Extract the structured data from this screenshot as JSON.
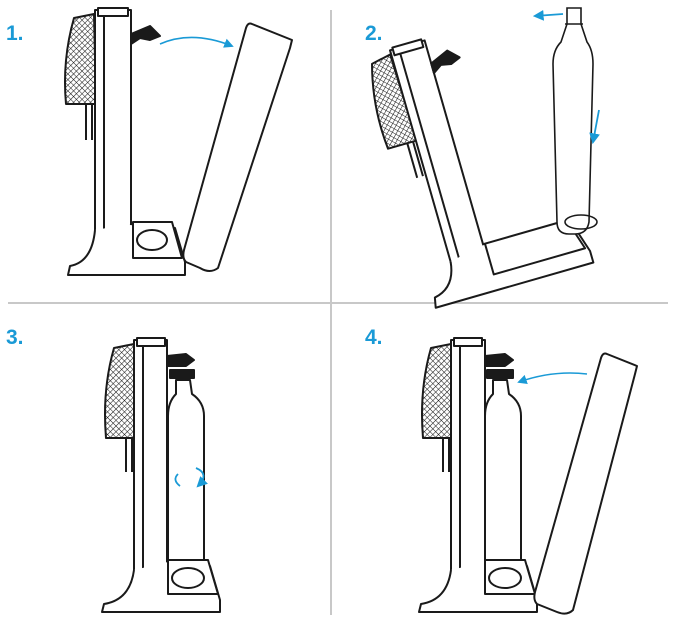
{
  "colors": {
    "accent": "#1a9ad6",
    "line": "#1a1a1a",
    "divider": "#c8c8c8",
    "mesh_fill": "#555555",
    "background": "#ffffff"
  },
  "steps": [
    {
      "number": "1.",
      "icons": [
        "soda-maker-icon",
        "curved-arrow-icon"
      ]
    },
    {
      "number": "2.",
      "icons": [
        "soda-maker-icon",
        "bottle-icon",
        "arrow-left-icon",
        "arrow-down-icon"
      ]
    },
    {
      "number": "3.",
      "icons": [
        "soda-maker-icon",
        "bottle-icon",
        "rotate-arrow-icon"
      ]
    },
    {
      "number": "4.",
      "icons": [
        "soda-maker-icon",
        "bottle-icon",
        "curved-arrow-icon"
      ]
    }
  ]
}
